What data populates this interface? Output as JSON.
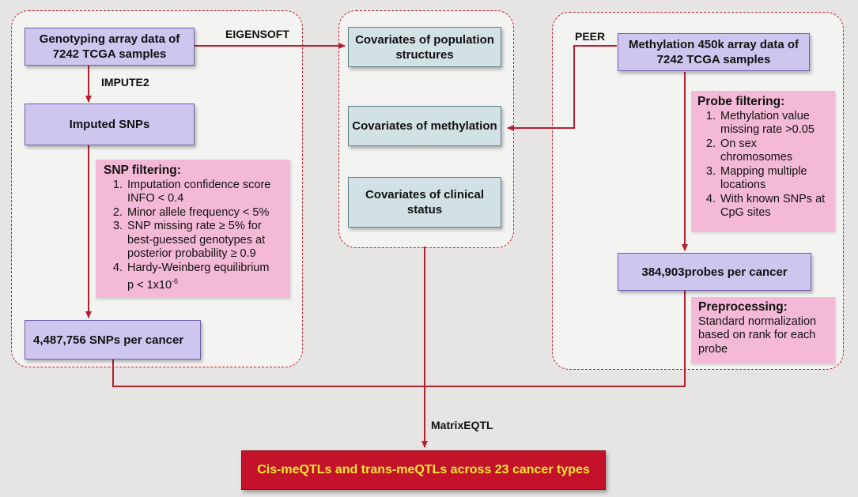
{
  "left_panel": {
    "genotyping": "Genotyping array data of 7242 TCGA samples",
    "impute_label": "IMPUTE2",
    "imputed": "Imputed SNPs",
    "snp_filter": {
      "title": "SNP filtering:",
      "items": [
        "Imputation confidence score INFO < 0.4",
        "Minor allele frequency < 5%",
        "SNP missing rate ≥ 5% for best-guessed genotypes at posterior probability ≥ 0.9",
        "Hardy-Weinberg equilibrium"
      ],
      "hwe_value_prefix": "p < 1x10",
      "hwe_value_exp": "-6"
    },
    "snps_per_cancer": "4,487,756 SNPs per cancer"
  },
  "eigensoft_label": "EIGENSOFT",
  "center_panel": {
    "pop_struct": "Covariates of population structures",
    "methylation": "Covariates of methylation",
    "clinical": "Covariates of clinical status"
  },
  "right_panel": {
    "peer_label": "PEER",
    "methylation_data": "Methylation 450k array data of 7242 TCGA samples",
    "probe_filter": {
      "title": "Probe filtering:",
      "items": [
        "Methylation value missing rate >0.05",
        "On sex chromosomes",
        "Mapping multiple locations",
        "With known SNPs at CpG sites"
      ]
    },
    "probes_per_cancer": "384,903probes per cancer",
    "preprocessing": {
      "title": "Preprocessing:",
      "text": "Standard normalization based on rank for each probe"
    }
  },
  "matrixeqtl_label": "MatrixEQTL",
  "result": "Cis-meQTLs and trans-meQTLs across 23 cancer types",
  "colors": {
    "arrow": "#b5202e",
    "group_border": "#c0202a",
    "purple_box": "#cfc6ef",
    "teal_box": "#d1e1e5",
    "pink_note": "#f4b9d6",
    "result_bg": "#c4122b",
    "result_text": "#f6ea2f"
  }
}
